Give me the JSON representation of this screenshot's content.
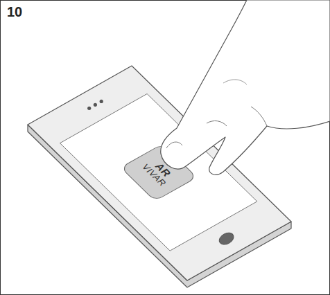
{
  "diagram": {
    "nodes": [
      {
        "text": [
          "AR",
          "VIVAR"
        ]
      }
    ],
    "labels": [
      "10"
    ]
  }
}
